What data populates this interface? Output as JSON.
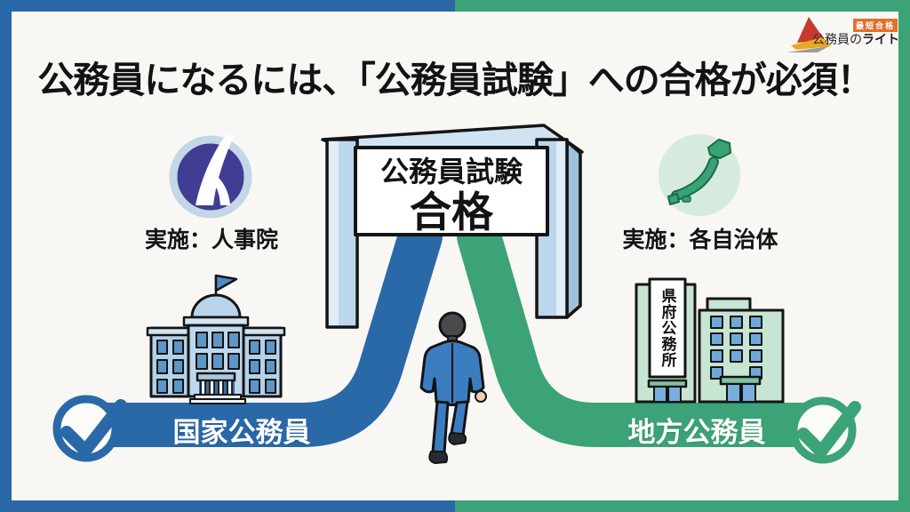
{
  "title": "公務員になるには、「公務員試験」への合格が必須！",
  "logo": {
    "badge": "最短合格",
    "brand_prefix": "公務員の",
    "brand_bold": "ライト"
  },
  "gate": {
    "line1": "公務員試験",
    "line2": "合格"
  },
  "national": {
    "caption": "実施：人事院",
    "band_label": "国家公務員"
  },
  "local": {
    "caption": "実施：各自治体",
    "band_label": "地方公務員",
    "building_sign": "県府公務所"
  },
  "colors": {
    "blue": "#2a69a8",
    "green": "#3ba377",
    "emblem_navy": "#403d92",
    "light_blue": "#c6dcee",
    "light_green": "#c6e5d2",
    "background": "#f8f7f3"
  }
}
